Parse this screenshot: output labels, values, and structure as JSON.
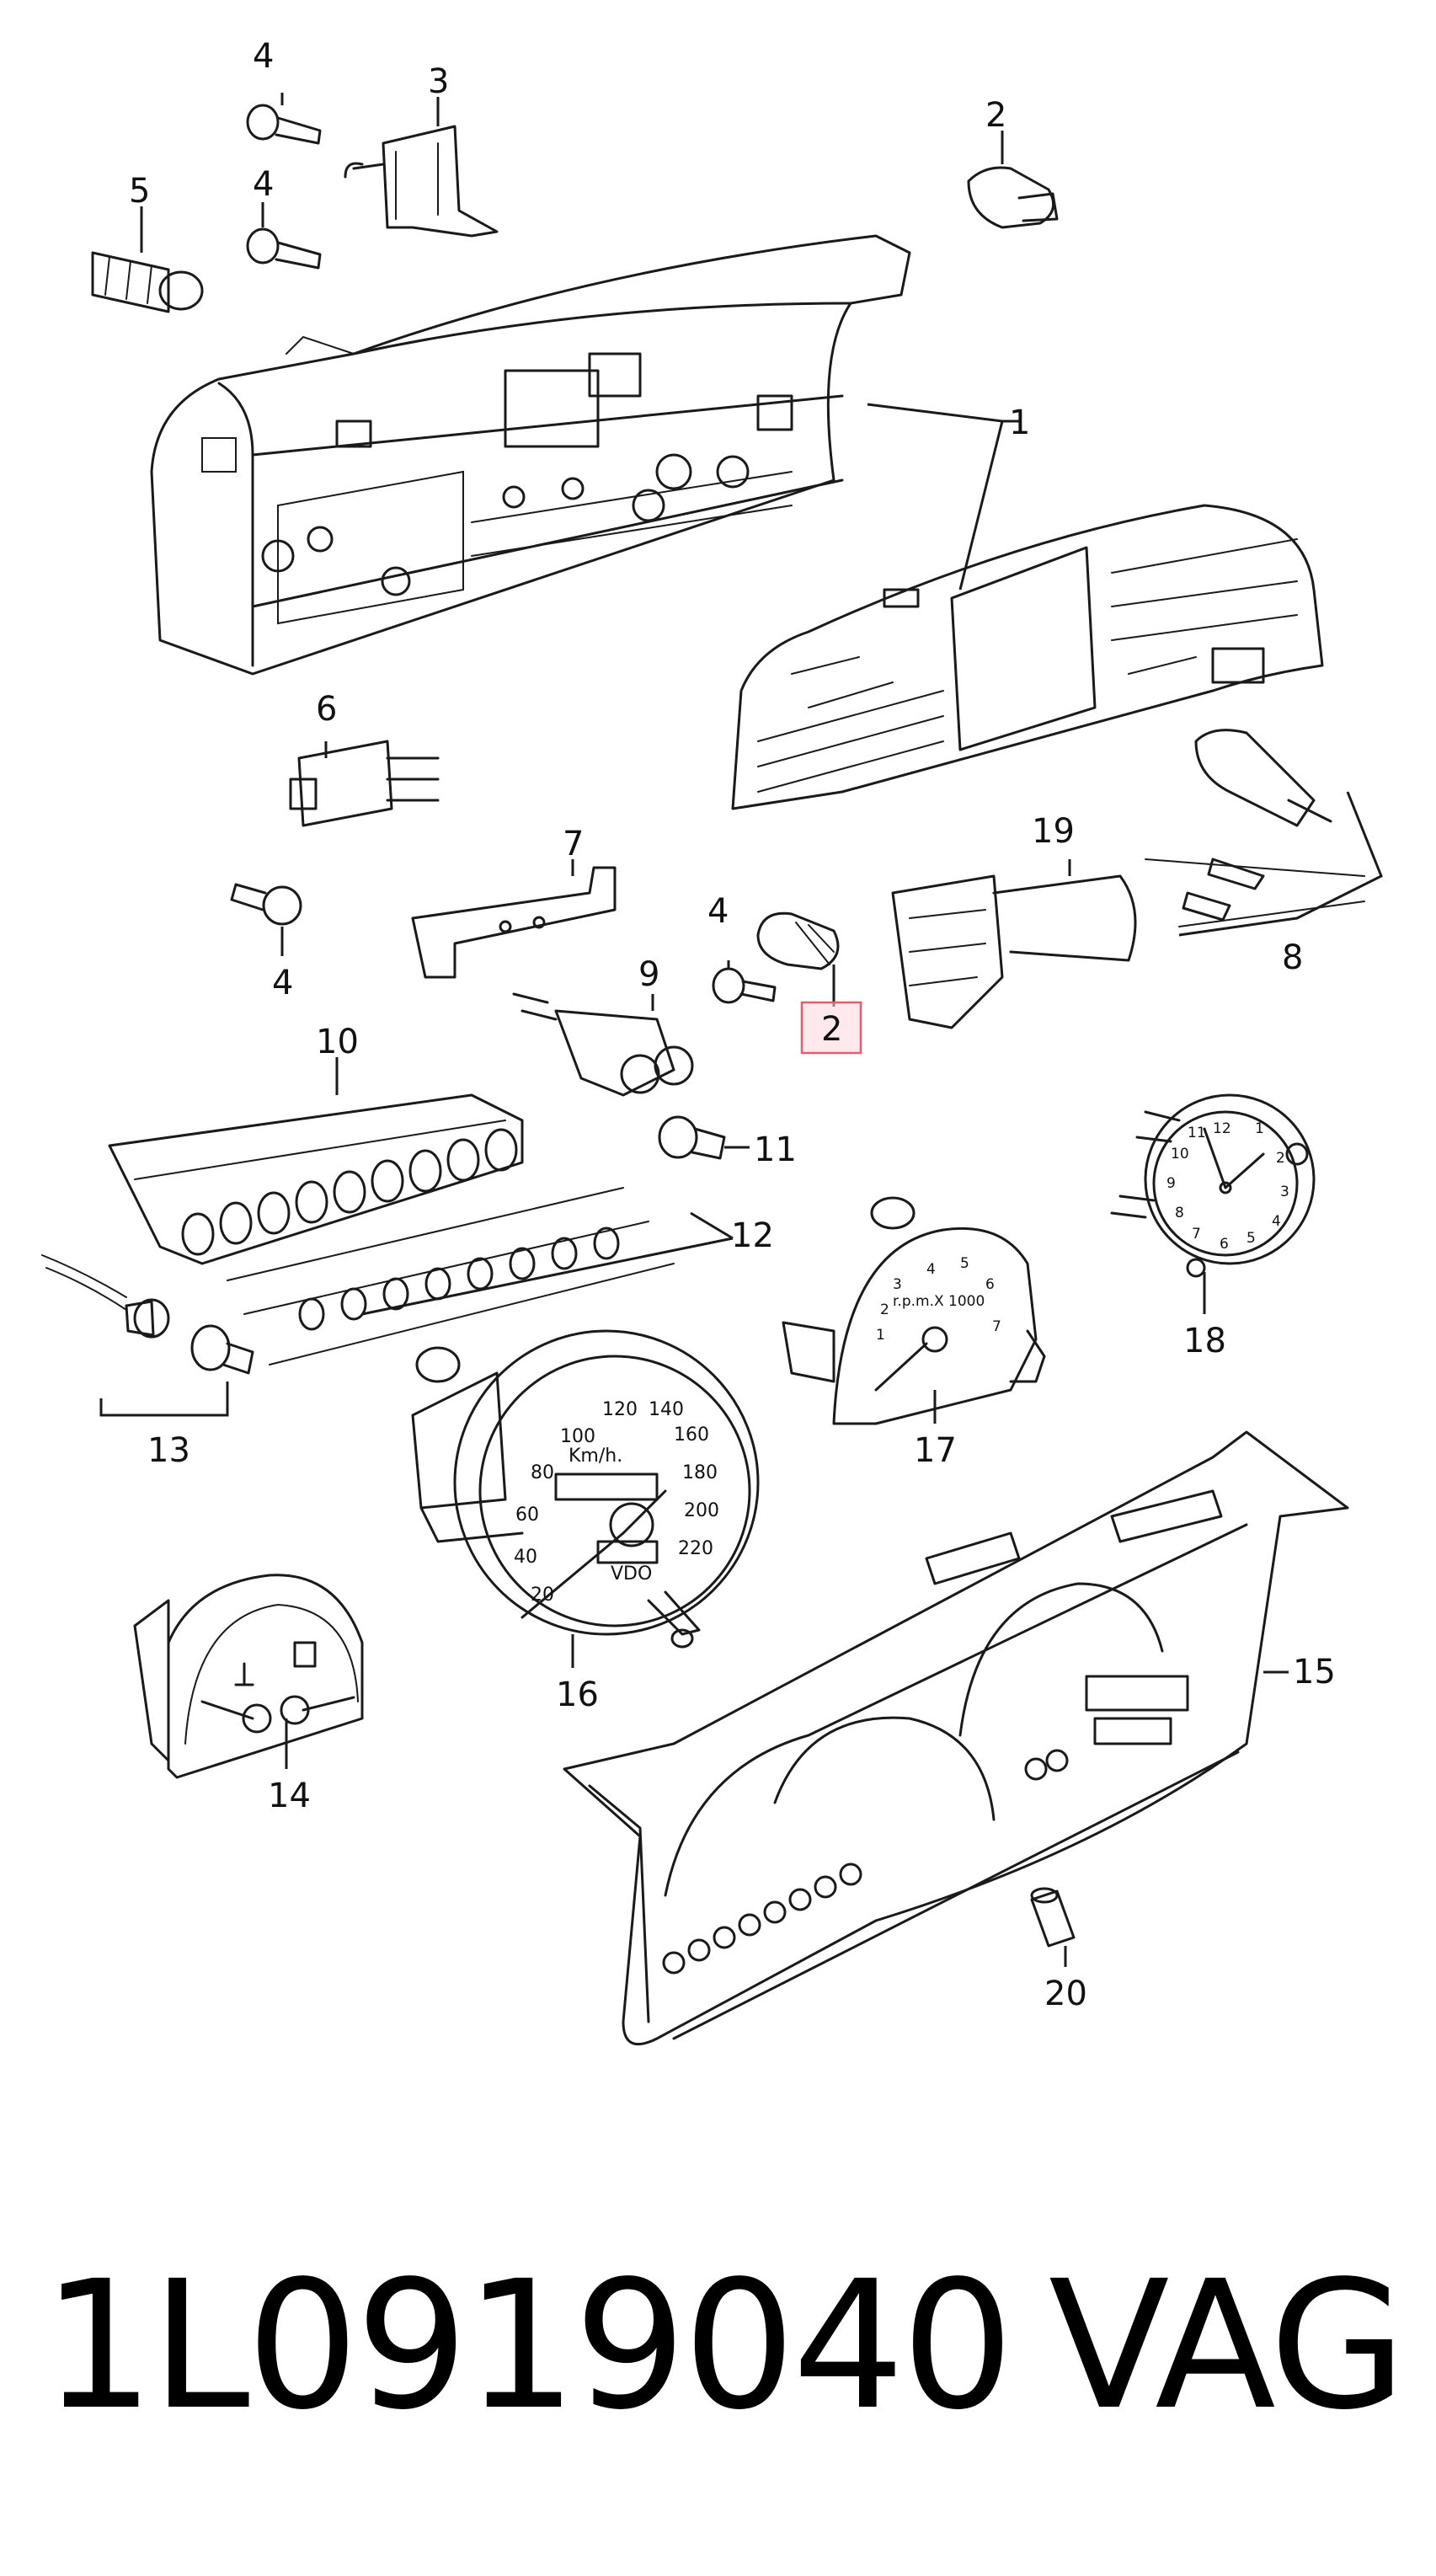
{
  "callouts": {
    "c1": "1",
    "c2_top": "2",
    "c2_mid": "2",
    "c3": "3",
    "c4_a": "4",
    "c4_b": "4",
    "c4_c": "4",
    "c4_d": "4",
    "c5": "5",
    "c6": "6",
    "c7": "7",
    "c8": "8",
    "c9": "9",
    "c10": "10",
    "c11": "11",
    "c12": "12",
    "c13": "13",
    "c14": "14",
    "c15": "15",
    "c16": "16",
    "c17": "17",
    "c18": "18",
    "c19": "19",
    "c20": "20"
  },
  "highlighted_callout": "2",
  "highlight_color": "#e06070",
  "speedometer": {
    "unit": "Km/h.",
    "brand": "VDO",
    "ticks": [
      "20",
      "40",
      "60",
      "80",
      "100",
      "120",
      "140",
      "160",
      "180",
      "200",
      "220"
    ]
  },
  "tachometer": {
    "unit": "r.p.m.X 1000",
    "ticks": [
      "1",
      "2",
      "3",
      "4",
      "5",
      "6",
      "7"
    ]
  },
  "clock": {
    "ticks": [
      "12",
      "1",
      "2",
      "3",
      "4",
      "5",
      "6",
      "7",
      "8",
      "9",
      "10",
      "11"
    ]
  },
  "footer": {
    "part_number": "1L0919040",
    "brand": "VAG"
  }
}
